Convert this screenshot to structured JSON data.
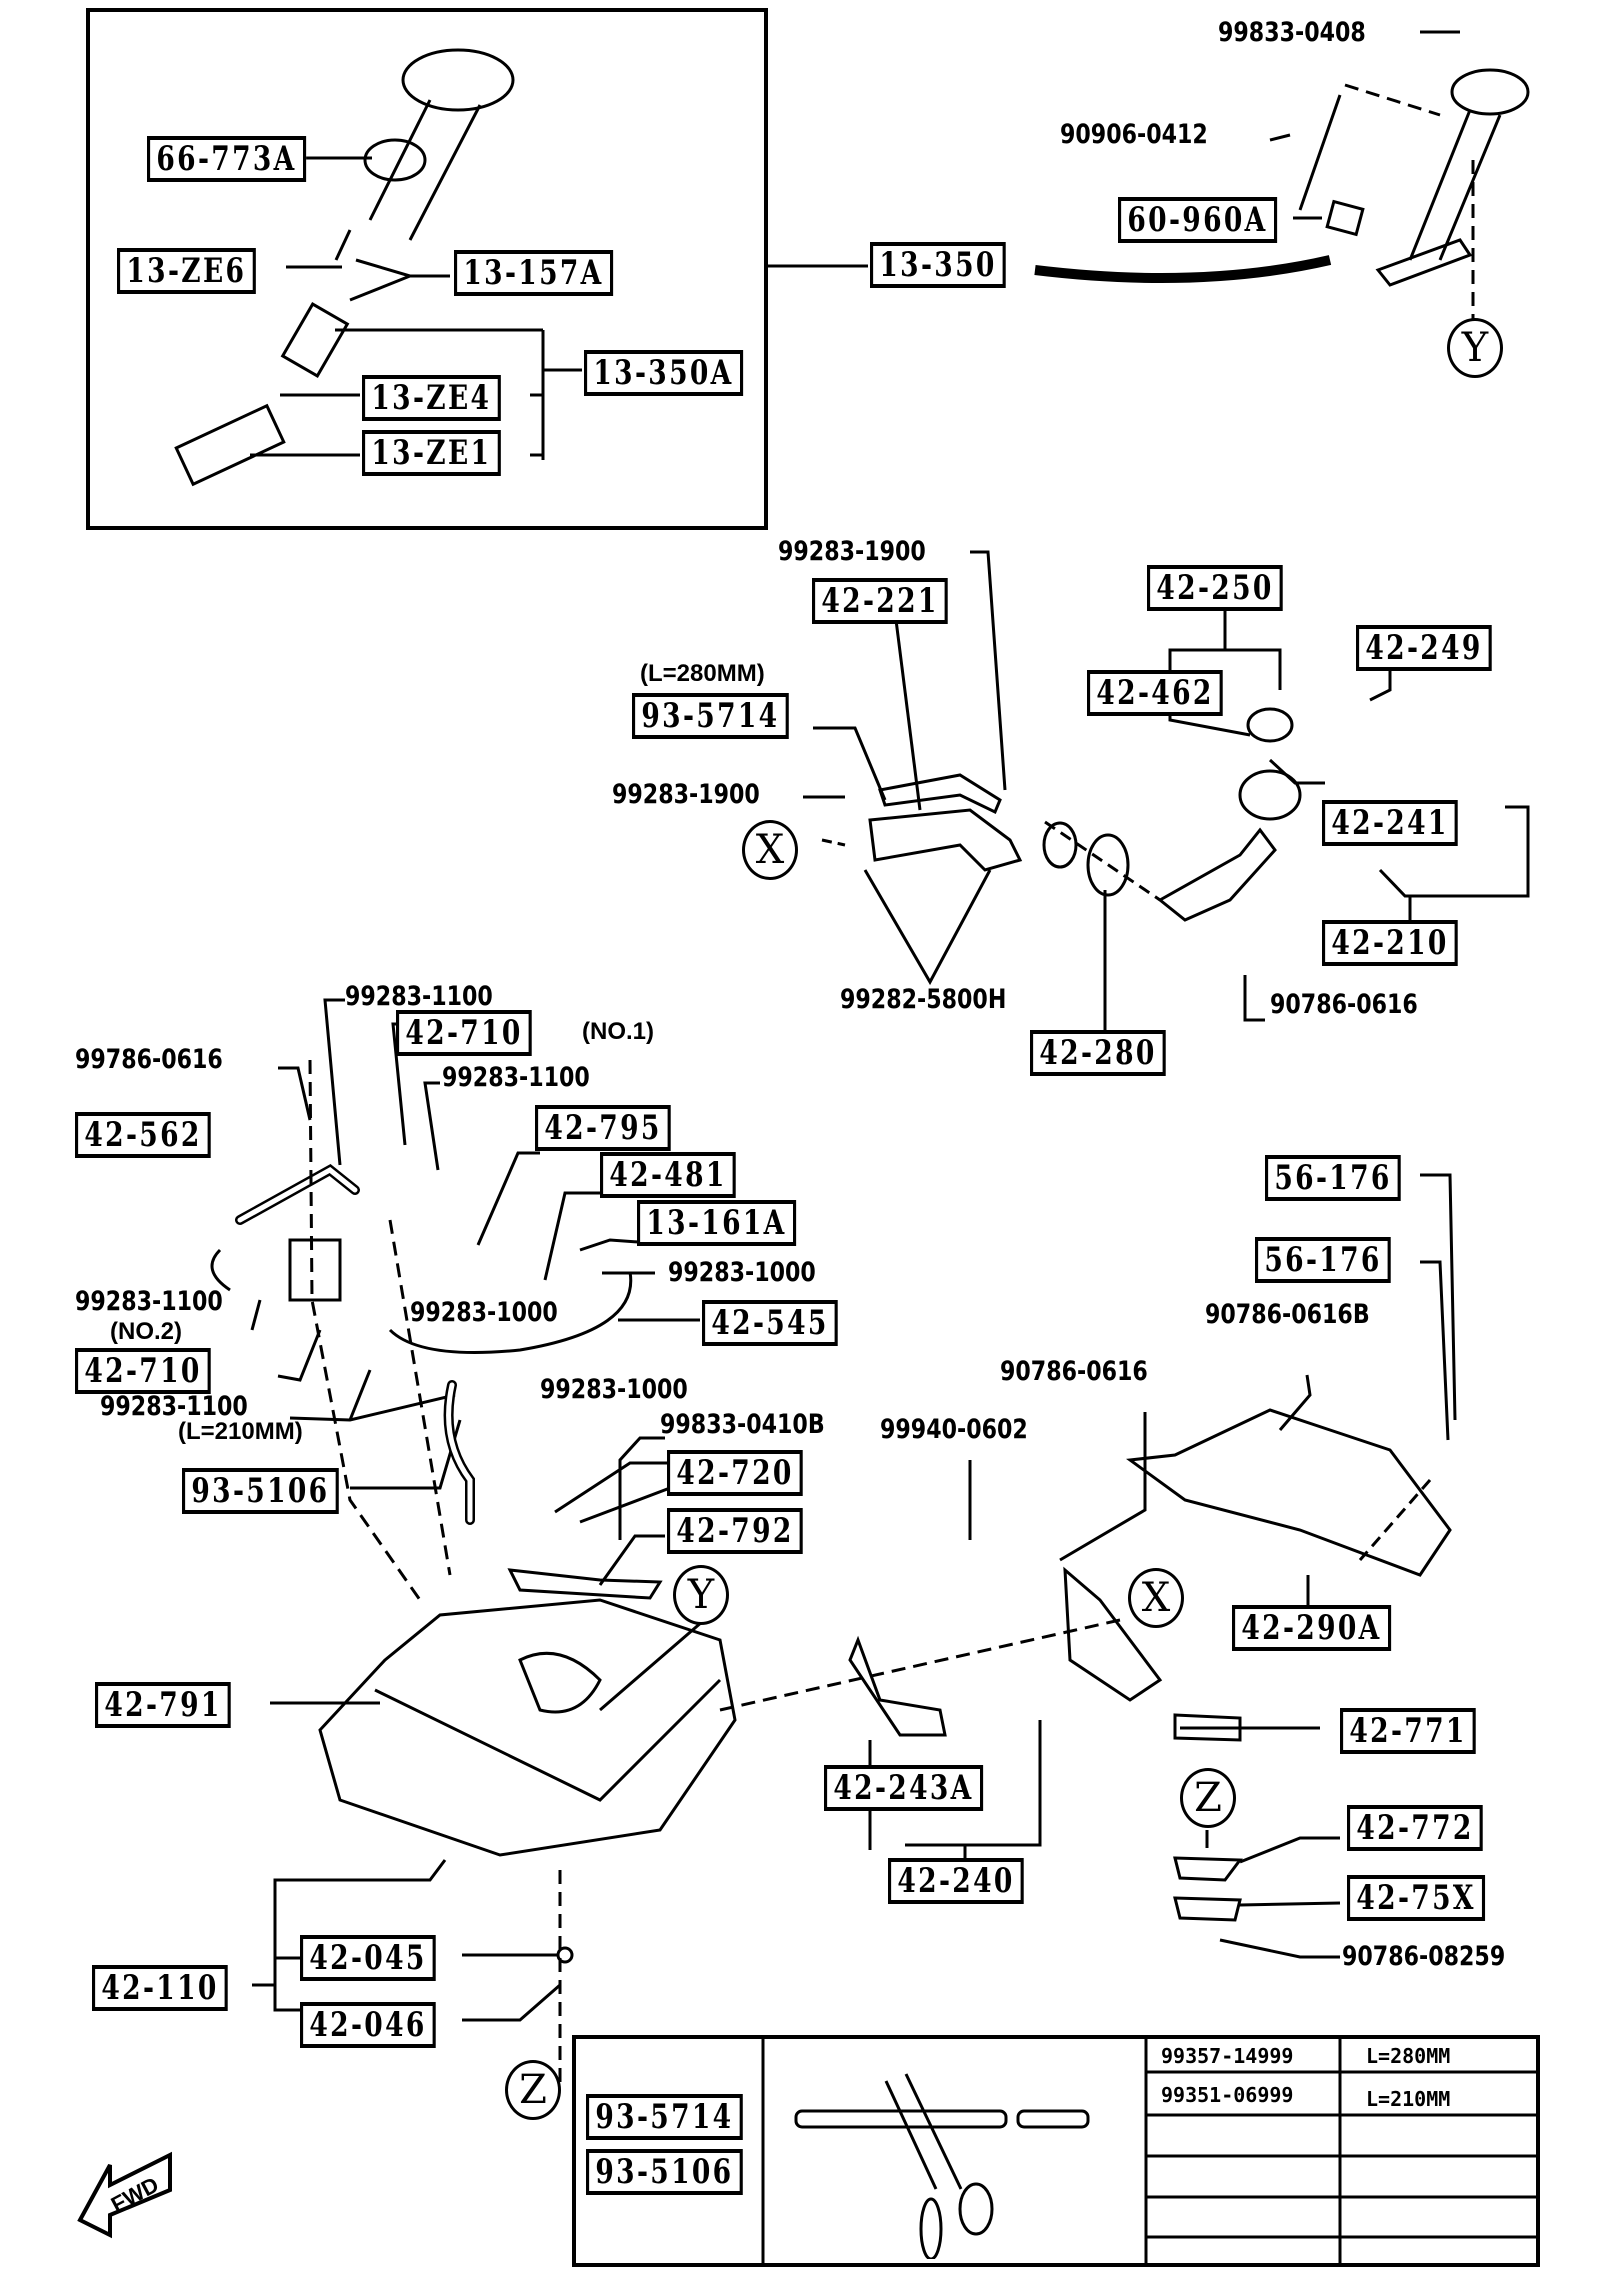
{
  "diagram": {
    "title": "Fuel tank and fuel pump exploded parts diagram",
    "inset_group": {
      "boxed": [
        "66-773A",
        "13-ZE6",
        "13-157A",
        "13-350A",
        "13-ZE4",
        "13-ZE1"
      ],
      "assembly_label": "13-350"
    },
    "sender_unit": {
      "plain": [
        "99833-0408",
        "90906-0412"
      ],
      "boxed": [
        "60-960A"
      ]
    },
    "filler_group": {
      "boxed": [
        "42-221",
        "42-250",
        "42-249",
        "42-462",
        "93-5714",
        "42-241",
        "42-210",
        "42-280"
      ],
      "plain": [
        "99283-1900",
        "99283-1900",
        "99282-5800H",
        "90786-0616"
      ],
      "notes": [
        "(L=280MM)"
      ]
    },
    "vent_group": {
      "boxed": [
        "42-710",
        "42-562",
        "42-795",
        "42-481",
        "13-161A",
        "42-710",
        "42-545",
        "93-5106",
        "42-720",
        "42-792"
      ],
      "plain": [
        "99283-1100",
        "99786-0616",
        "99283-1100",
        "99283-1100",
        "99283-1000",
        "99283-1000",
        "99283-1100",
        "99283-1000",
        "99833-0410B"
      ],
      "notes": [
        "(NO.1)",
        "(NO.2)",
        "(L=210MM)"
      ]
    },
    "protector_group": {
      "boxed": [
        "56-176",
        "56-176",
        "42-290A"
      ],
      "plain": [
        "90786-0616B",
        "90786-0616",
        "99940-0602"
      ]
    },
    "tank_group": {
      "boxed": [
        "42-791",
        "42-243A",
        "42-240",
        "42-110",
        "42-045",
        "42-046"
      ]
    },
    "drain_group": {
      "boxed": [
        "42-771",
        "42-772",
        "42-75X"
      ],
      "plain": [
        "90786-08259"
      ]
    },
    "markers": [
      "X",
      "Y",
      "Z"
    ],
    "direction_label": "FWD",
    "hose_table": {
      "labels": [
        "93-5714",
        "93-5106"
      ],
      "rows": [
        {
          "part": "99357-14999",
          "length": "L=280MM"
        },
        {
          "part": "99351-06999",
          "length": "L=210MM"
        },
        {
          "part": "",
          "length": ""
        },
        {
          "part": "",
          "length": ""
        },
        {
          "part": "",
          "length": ""
        },
        {
          "part": "",
          "length": ""
        }
      ]
    }
  }
}
